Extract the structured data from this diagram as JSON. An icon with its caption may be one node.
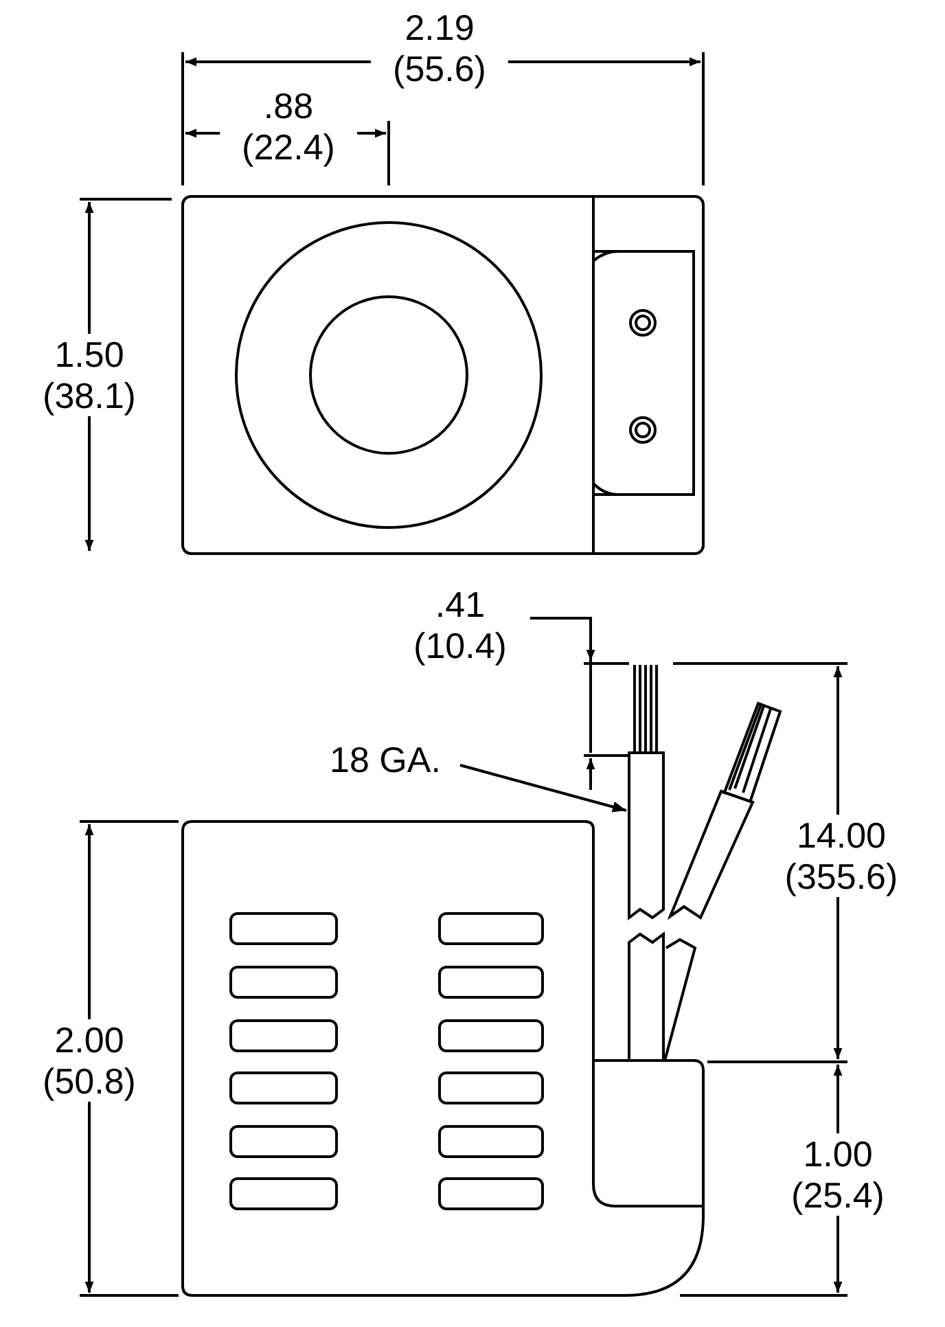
{
  "diagram": {
    "nodes": [
      {
        "text": [
          "18 GA."
        ]
      },
      {
        "text": [],
        "shape": "picture"
      }
    ],
    "edges": [
      {
        "from": 0,
        "to": 1,
        "arrow": "to"
      }
    ],
    "labels": [
      "2.19 (55.6)",
      ".88 (22.4)",
      "1.50 (38.1)",
      ".41 (10.4)",
      "14.00 (355.6)",
      "2.00 (50.8)",
      "1.00 (25.4)"
    ]
  }
}
